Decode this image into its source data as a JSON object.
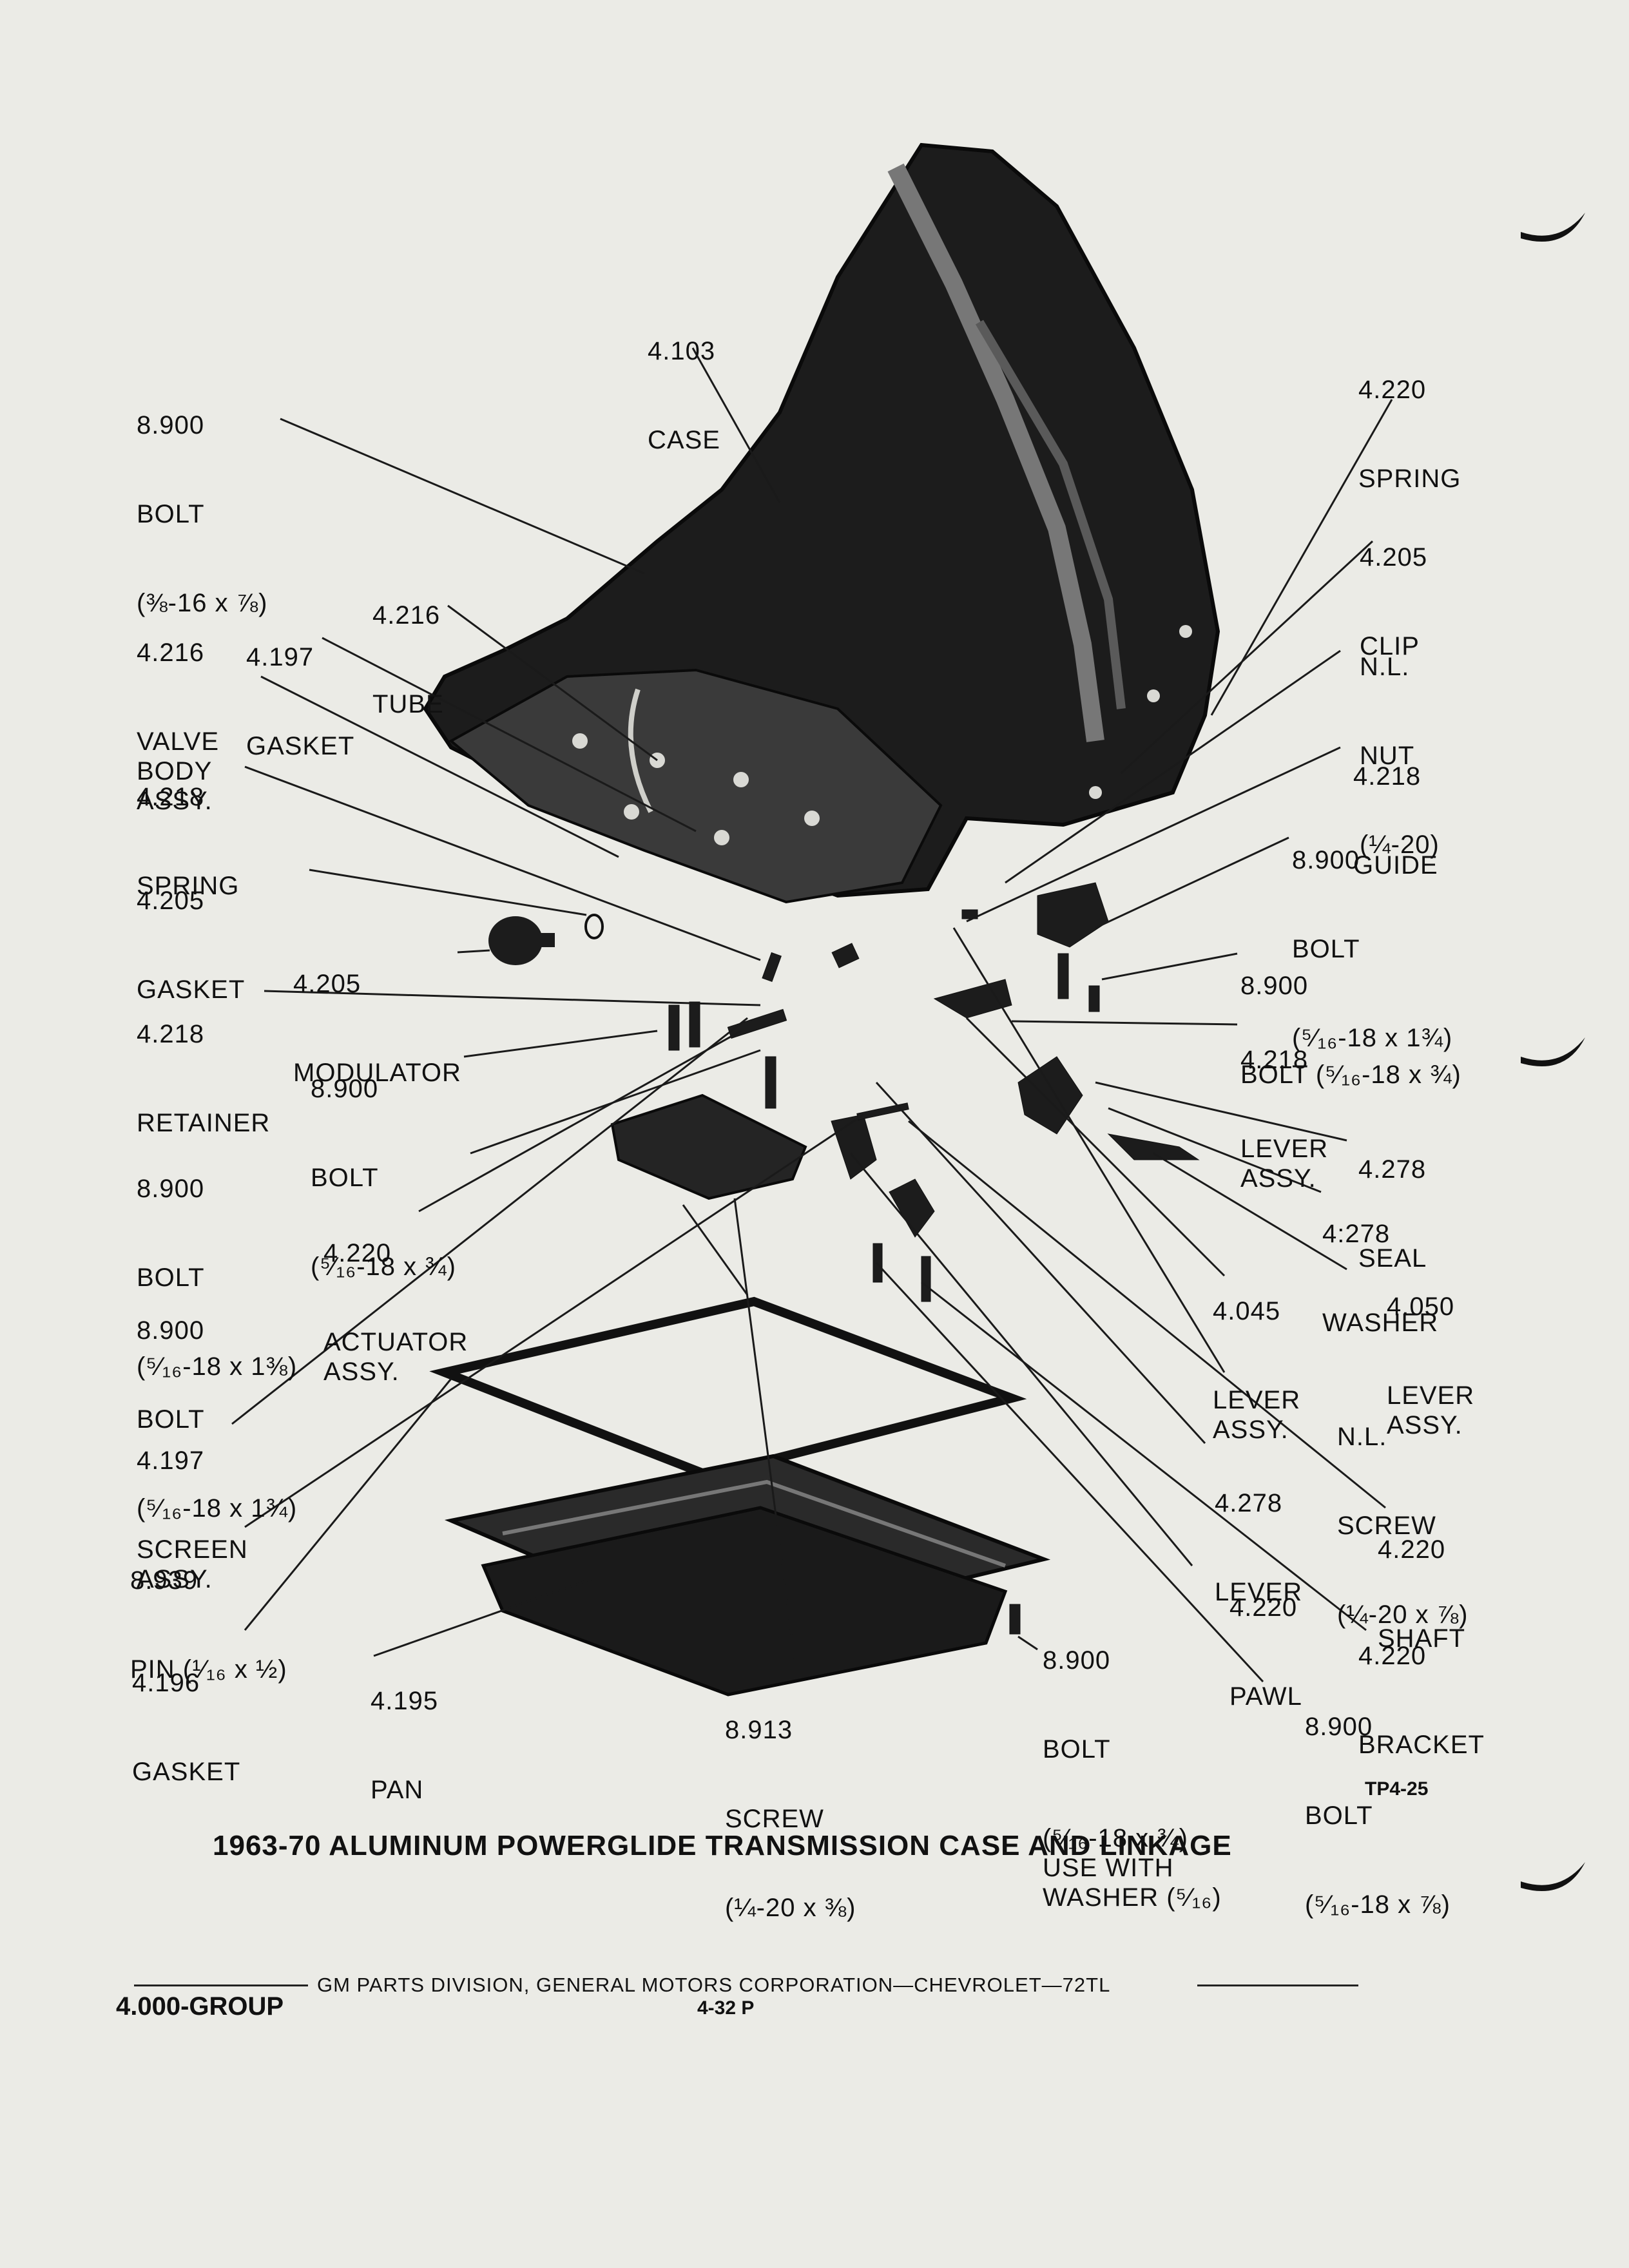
{
  "figure": {
    "caption": "1963-70 ALUMINUM POWERGLIDE TRANSMISSION CASE AND LINKAGE",
    "figure_code": "TP4-25"
  },
  "footer": {
    "publisher": "GM PARTS DIVISION, GENERAL MOTORS CORPORATION—CHEVROLET—72TL",
    "group": "4.000-GROUP",
    "page": "4-32  P"
  },
  "callouts": {
    "case": {
      "num": "4.103",
      "name": "CASE",
      "spec": ""
    },
    "spring_top": {
      "num": "4.220",
      "name": "SPRING",
      "spec": ""
    },
    "bolt_38": {
      "num": "8.900",
      "name": "BOLT",
      "spec": "(⅜-16 x ⅞)"
    },
    "clip": {
      "num": "4.205",
      "name": "CLIP",
      "spec": ""
    },
    "tube": {
      "num": "4.216",
      "name": "TUBE",
      "spec": ""
    },
    "valve_body": {
      "num": "4.216",
      "name": "VALVE\nBODY\nASSY.",
      "spec": ""
    },
    "gasket_197": {
      "num": "4.197",
      "name": "GASKET",
      "spec": ""
    },
    "nut": {
      "num": "N.L.",
      "name": "NUT",
      "spec": "(¼-20)"
    },
    "guide": {
      "num": "4.218",
      "name": "GUIDE",
      "spec": ""
    },
    "spring_218": {
      "num": "4.218",
      "name": "SPRING",
      "spec": ""
    },
    "bolt_134_right": {
      "num": "8.900",
      "name": "BOLT",
      "spec": "(⁵⁄₁₆-18 x 1¾)"
    },
    "gasket_205": {
      "num": "4.205",
      "name": "GASKET",
      "spec": ""
    },
    "modulator": {
      "num": "4.205",
      "name": "MODULATOR",
      "spec": ""
    },
    "bolt_34_right": {
      "num": "8.900",
      "name": "BOLT (⁵⁄₁₆-18 x ¾)",
      "spec": ""
    },
    "retainer": {
      "num": "4.218",
      "name": "RETAINER",
      "spec": ""
    },
    "lever_218": {
      "num": "4.218",
      "name": "LEVER\nASSY.",
      "spec": ""
    },
    "bolt_34_left": {
      "num": "8.900",
      "name": "BOLT",
      "spec": "(⁵⁄₁₆-18 x ¾)"
    },
    "seal": {
      "num": "4.278",
      "name": "SEAL",
      "spec": ""
    },
    "washer": {
      "num": "4:278",
      "name": "WASHER",
      "spec": ""
    },
    "bolt_138": {
      "num": "8.900",
      "name": "BOLT",
      "spec": "(⁵⁄₁₆-18 x 1⅜)"
    },
    "actuator": {
      "num": "4.220",
      "name": "ACTUATOR\nASSY.",
      "spec": ""
    },
    "lever_045": {
      "num": "4.045",
      "name": "LEVER\nASSY.",
      "spec": ""
    },
    "lever_050": {
      "num": "4.050",
      "name": "LEVER\nASSY.",
      "spec": ""
    },
    "bolt_134_left": {
      "num": "8.900",
      "name": "BOLT",
      "spec": "(⁵⁄₁₆-18 x 1¾)"
    },
    "screw_nl": {
      "num": "N.L.",
      "name": "SCREW",
      "spec": "(¼-20 x ⅞)"
    },
    "screen": {
      "num": "4.197",
      "name": "SCREEN\nASSY.",
      "spec": ""
    },
    "lever_278": {
      "num": "4.278",
      "name": "LEVER",
      "spec": ""
    },
    "shaft": {
      "num": "4.220",
      "name": "SHAFT",
      "spec": ""
    },
    "pin": {
      "num": "8.939",
      "name": "PIN (¹⁄₁₆ x ½)",
      "spec": ""
    },
    "pawl": {
      "num": "4.220",
      "name": "PAWL",
      "spec": ""
    },
    "bracket": {
      "num": "4.220",
      "name": "BRACKET",
      "spec": ""
    },
    "gasket_196": {
      "num": "4.196",
      "name": "GASKET",
      "spec": ""
    },
    "pan": {
      "num": "4.195",
      "name": "PAN",
      "spec": ""
    },
    "bolt_washer": {
      "num": "8.900",
      "name": "BOLT",
      "spec": "(⁵⁄₁₆-18 x ¾)\nUSE WITH\nWASHER (⁵⁄₁₆)"
    },
    "screw_913": {
      "num": "8.913",
      "name": "SCREW",
      "spec": "(¼-20 x ⅜)"
    },
    "bolt_78": {
      "num": "8.900",
      "name": "BOLT",
      "spec": "(⁵⁄₁₆-18 x ⅞)"
    }
  }
}
